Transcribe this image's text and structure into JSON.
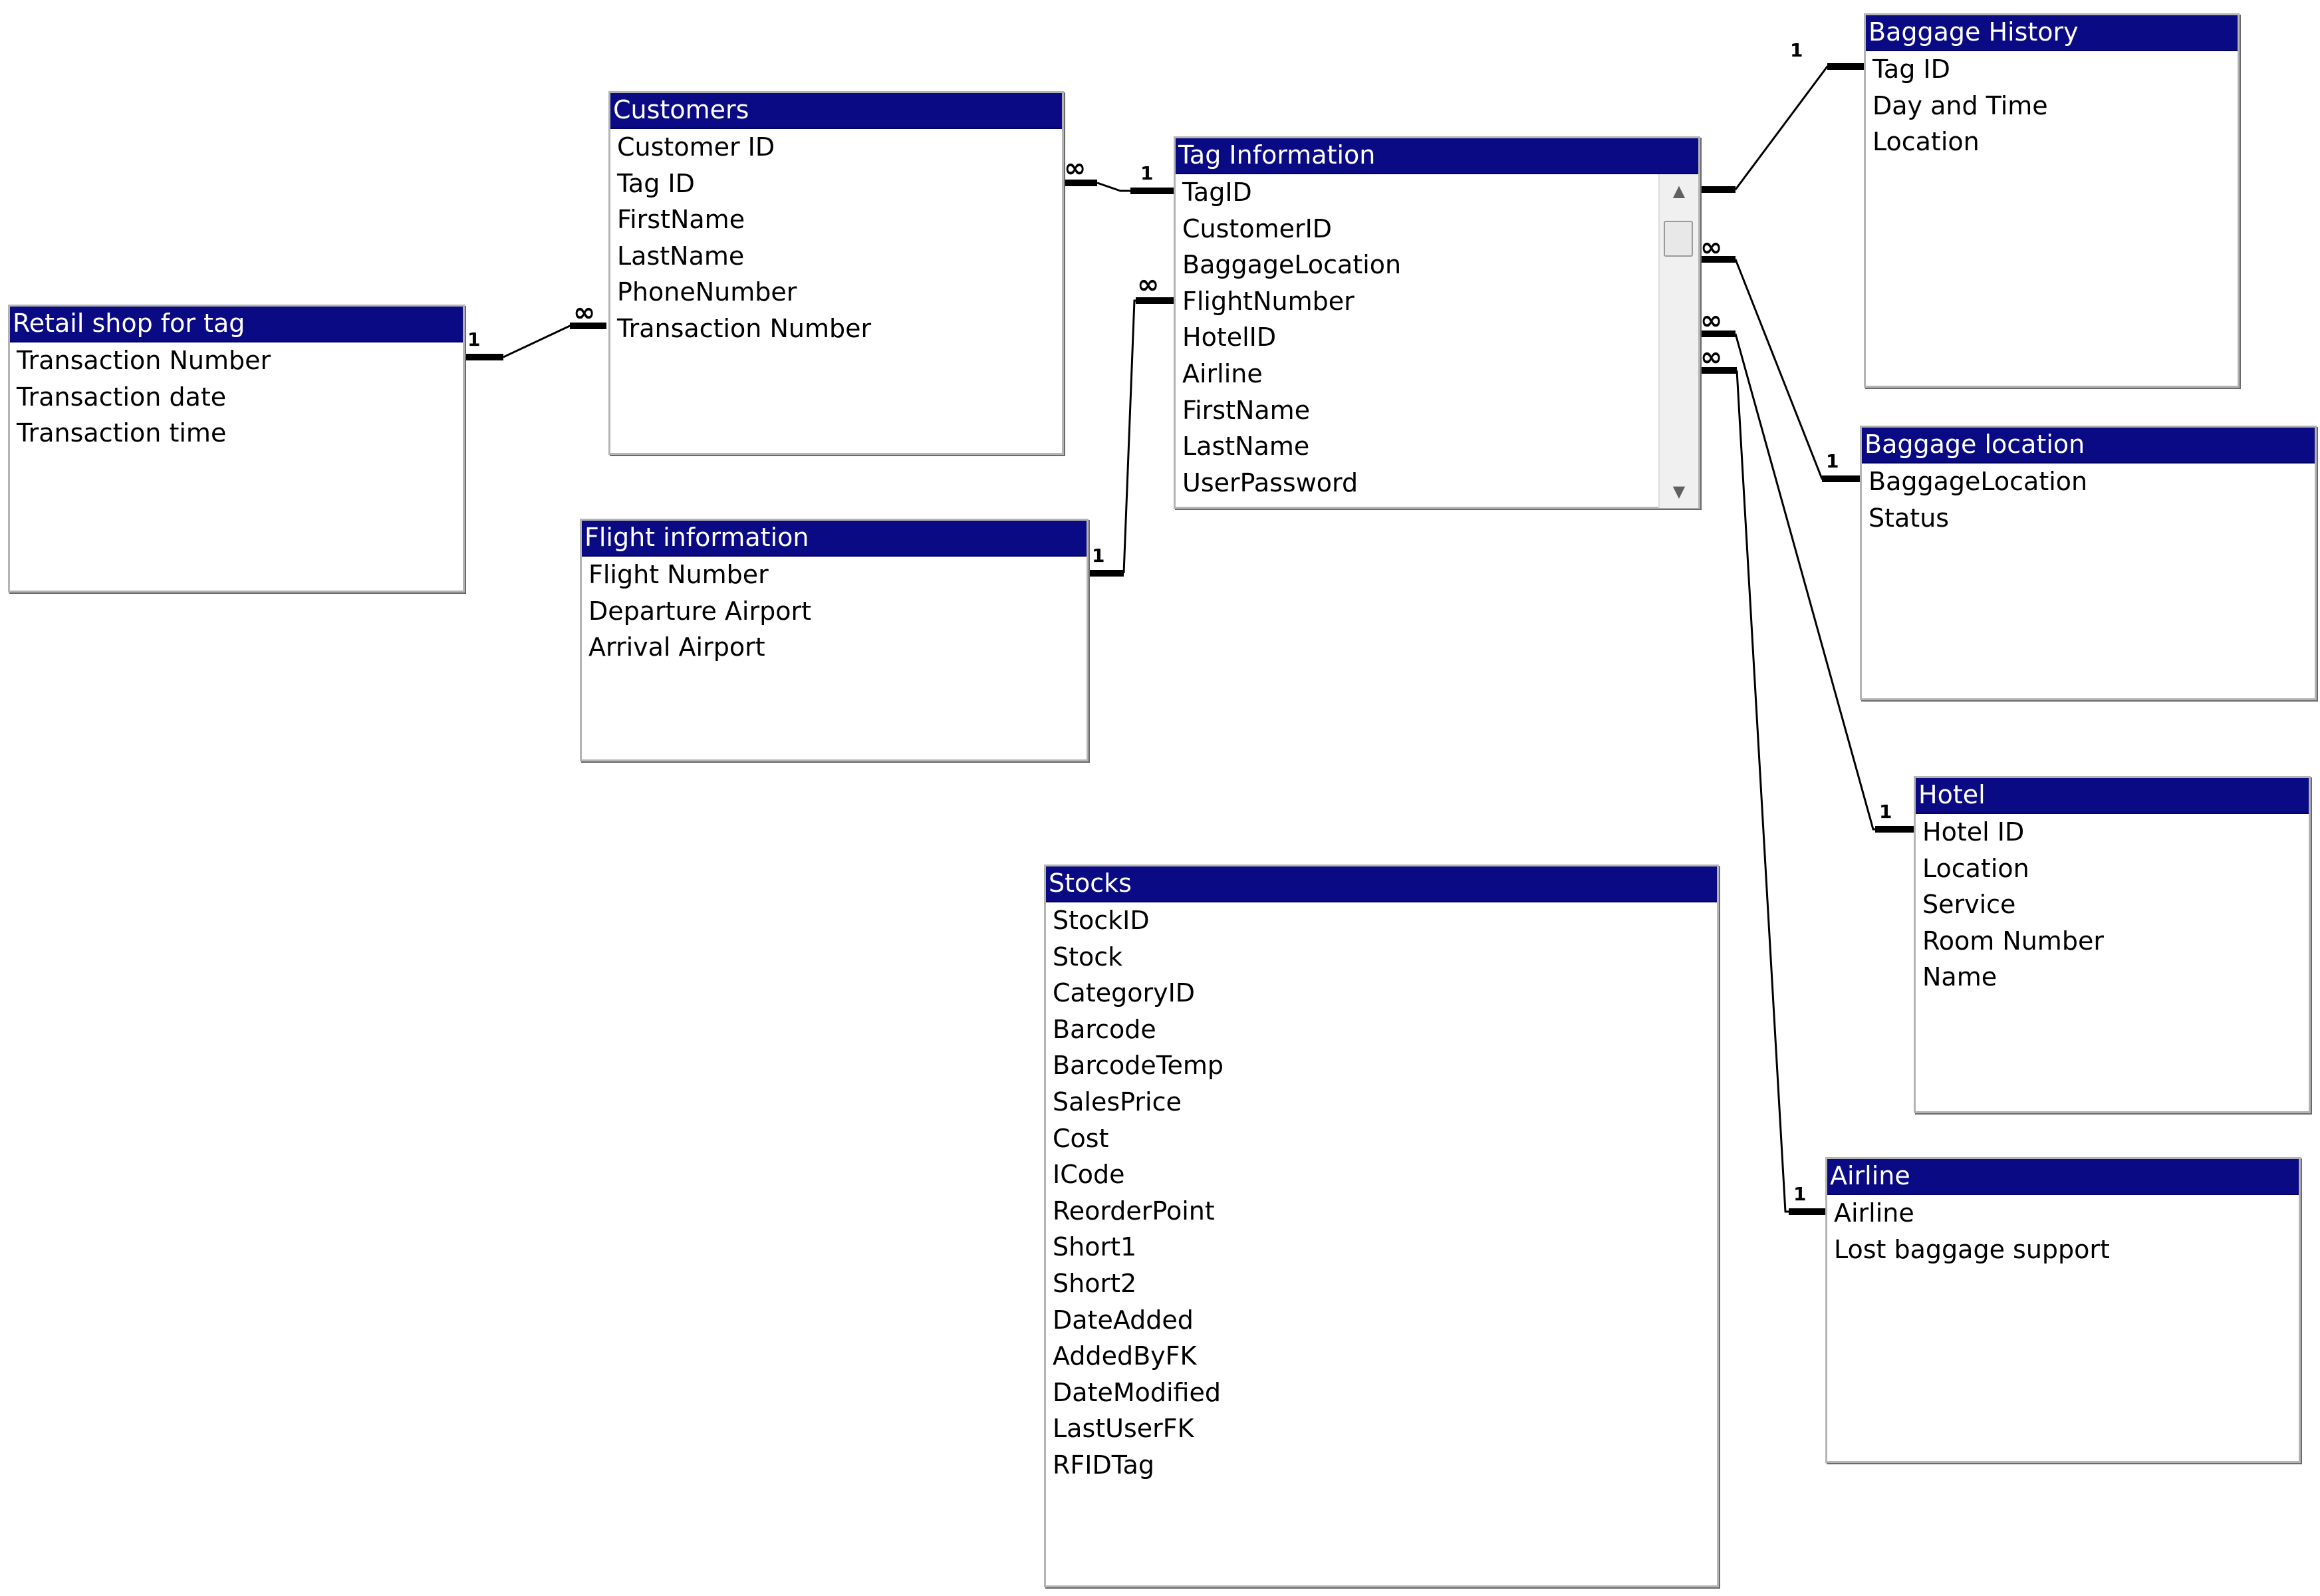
{
  "tables": {
    "retail": {
      "title": "Retail shop for tag",
      "fields": [
        "Transaction Number",
        "Transaction date",
        "Transaction time"
      ]
    },
    "customers": {
      "title": "Customers",
      "fields": [
        "Customer ID",
        "Tag ID",
        "FirstName",
        "LastName",
        "PhoneNumber",
        "Transaction Number"
      ]
    },
    "tag": {
      "title": "Tag Information",
      "fields": [
        "TagID",
        "CustomerID",
        "BaggageLocation",
        "FlightNumber",
        "HotelID",
        "Airline",
        "FirstName",
        "LastName",
        "UserPassword"
      ]
    },
    "flight": {
      "title": "Flight information",
      "fields": [
        "Flight Number",
        "Departure Airport",
        "Arrival Airport"
      ]
    },
    "history": {
      "title": "Baggage History",
      "fields": [
        "Tag ID",
        "Day and Time",
        "Location"
      ]
    },
    "bagloc": {
      "title": "Baggage location",
      "fields": [
        "BaggageLocation",
        "Status"
      ]
    },
    "hotel": {
      "title": "Hotel",
      "fields": [
        "Hotel ID",
        "Location",
        "Service",
        "Room Number",
        "Name"
      ]
    },
    "airline": {
      "title": "Airline",
      "fields": [
        "Airline",
        "Lost baggage support"
      ]
    },
    "stocks": {
      "title": "Stocks",
      "fields": [
        "StockID",
        "Stock",
        "CategoryID",
        "Barcode",
        "BarcodeTemp",
        "SalesPrice",
        "Cost",
        "ICode",
        "ReorderPoint",
        "Short1",
        "Short2",
        "DateAdded",
        "AddedByFK",
        "DateModified",
        "LastUserFK",
        "RFIDTag"
      ]
    }
  },
  "cardinality": {
    "one": "1",
    "many": "∞"
  },
  "colors": {
    "header": "#0a0a84",
    "header_text": "#ffffff",
    "line": "#000000"
  }
}
